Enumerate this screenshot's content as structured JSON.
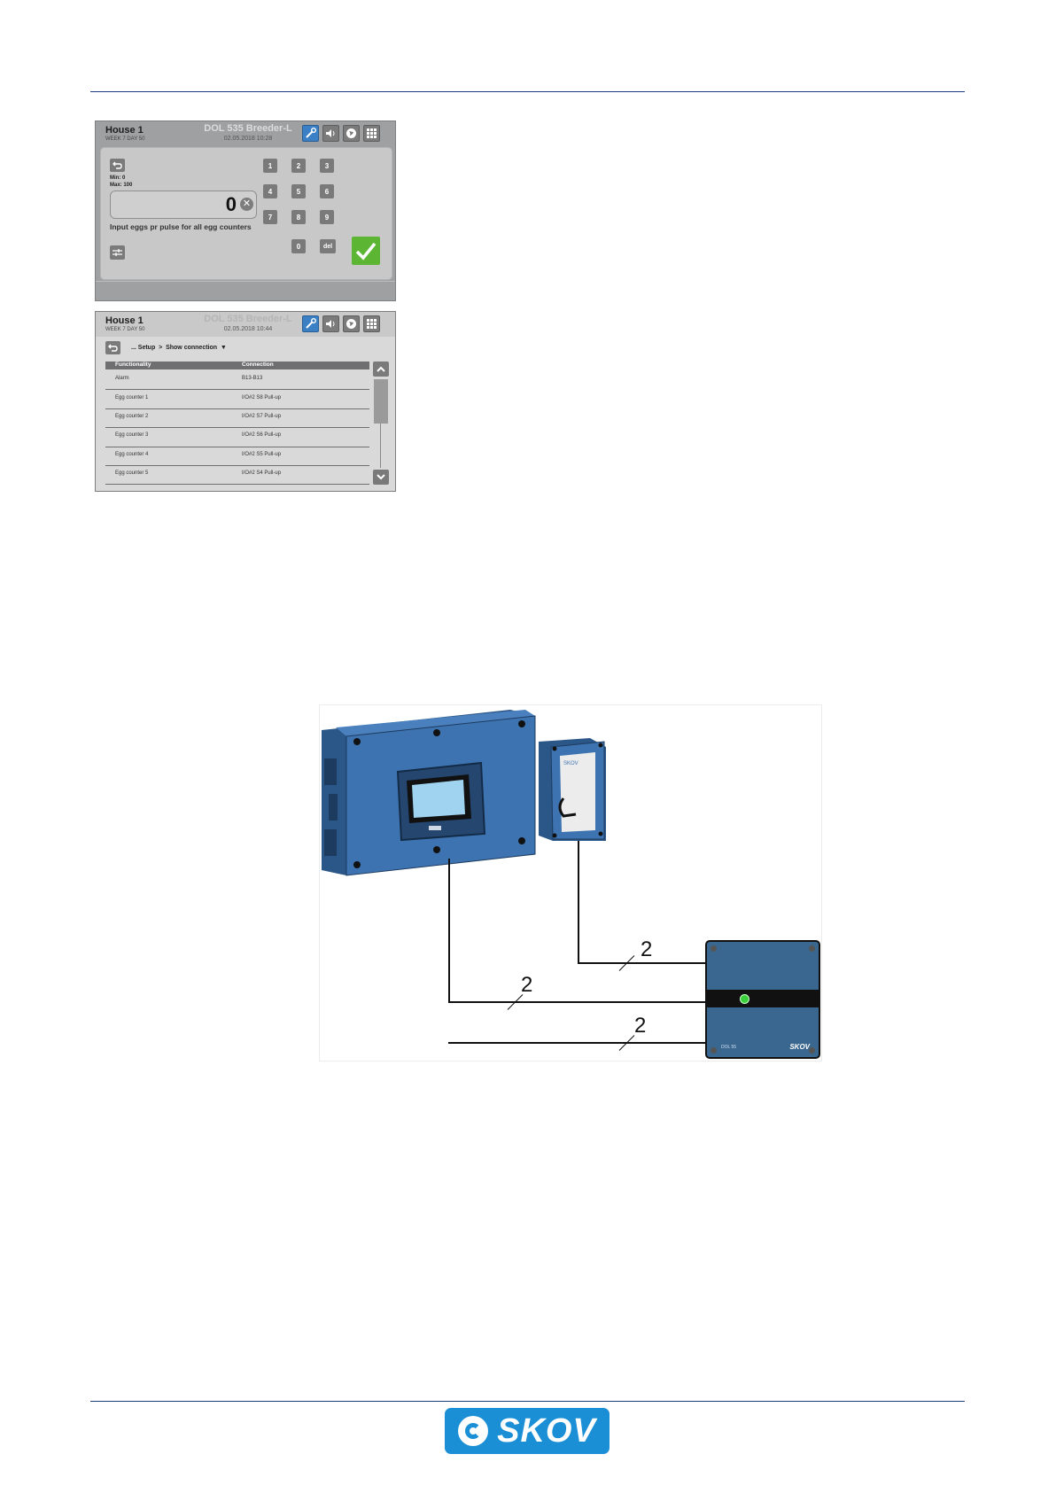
{
  "screen1": {
    "house": "House 1",
    "week": "WEEK 7 DAY 50",
    "product": "DOL 535 Breeder-L",
    "date": "02.05.2018 10:28",
    "min_label": "Min: 0",
    "max_label": "Max: 100",
    "value": "0",
    "description": "Input eggs pr pulse for all egg counters",
    "keys": [
      "1",
      "2",
      "3",
      "4",
      "5",
      "6",
      "7",
      "8",
      "9",
      "0",
      "del"
    ]
  },
  "screen2": {
    "house": "House 1",
    "week": "WEEK 7 DAY 50",
    "product": "DOL 535 Breeder-L",
    "date": "02.05.2018 10:44",
    "breadcrumb": "... Setup  >  Show connection  ▼",
    "col_functionality": "Functionality",
    "col_connection": "Connection",
    "rows": [
      {
        "func": "Alarm",
        "conn": "B13-B13"
      },
      {
        "func": "Egg counter 1",
        "conn": "I/O#2 S8  Pull-up"
      },
      {
        "func": "Egg counter 2",
        "conn": "I/O#2 S7  Pull-up"
      },
      {
        "func": "Egg counter 3",
        "conn": "I/O#2 S6  Pull-up"
      },
      {
        "func": "Egg counter 4",
        "conn": "I/O#2 S5  Pull-up"
      },
      {
        "func": "Egg counter 5",
        "conn": "I/O#2 S4  Pull-up"
      }
    ]
  },
  "diagram": {
    "wire_counts": [
      "2",
      "2",
      "2"
    ],
    "module_label": "DOL 55",
    "brand": "SKOV"
  },
  "footer": {
    "logo_text": "SKOV"
  },
  "colors": {
    "rule": "#1f3b82",
    "device_blue": "#3d73b0",
    "logo_blue": "#1a8fd6",
    "confirm_green": "#5db534"
  },
  "icons": [
    "back-arrow-icon",
    "wrench-icon",
    "speaker-icon",
    "globe-icon",
    "grid-menu-icon",
    "clear-icon",
    "checkmark-icon",
    "chevron-up-icon",
    "chevron-down-icon",
    "settings-sliders-icon"
  ]
}
